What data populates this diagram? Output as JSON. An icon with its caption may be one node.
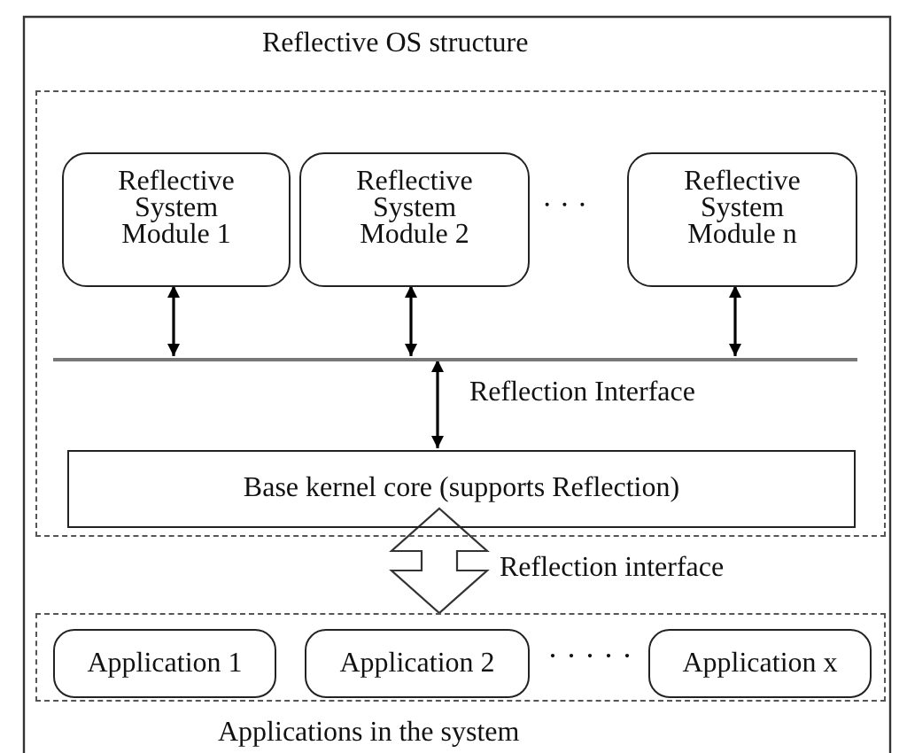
{
  "diagram": {
    "nodes": [
      {
        "text": [
          "Reflective OS structure"
        ]
      },
      {
        "text": [
          "Reflective System Module 1"
        ],
        "in": 0
      },
      {
        "text": [
          "Reflective System Module 2"
        ],
        "in": 0
      },
      {
        "text": [
          "Reflective System Module n"
        ],
        "in": 0
      },
      {
        "text": [],
        "shape": "bar",
        "in": 0
      },
      {
        "text": [
          "Base kernel core (supports Reflection)"
        ],
        "in": 0
      },
      {
        "text": [
          "Applications in the system"
        ]
      },
      {
        "text": [
          "Application 1"
        ],
        "in": 6
      },
      {
        "text": [
          "Application 2"
        ],
        "in": 6
      },
      {
        "text": [
          "Application x"
        ],
        "in": 6
      }
    ],
    "edges": [
      {
        "from": 1,
        "to": 4,
        "arrow": "both"
      },
      {
        "from": 2,
        "to": 4,
        "arrow": "both"
      },
      {
        "from": 3,
        "to": 4,
        "arrow": "both"
      },
      {
        "from": 4,
        "to": 5,
        "arrow": "both",
        "label": "Reflection Interface"
      },
      {
        "from": 5,
        "to": 6,
        "arrow": "both",
        "label": "Reflection interface",
        "style": "thick"
      }
    ],
    "labels": [
      "· · ·",
      "· · · · ·"
    ]
  }
}
